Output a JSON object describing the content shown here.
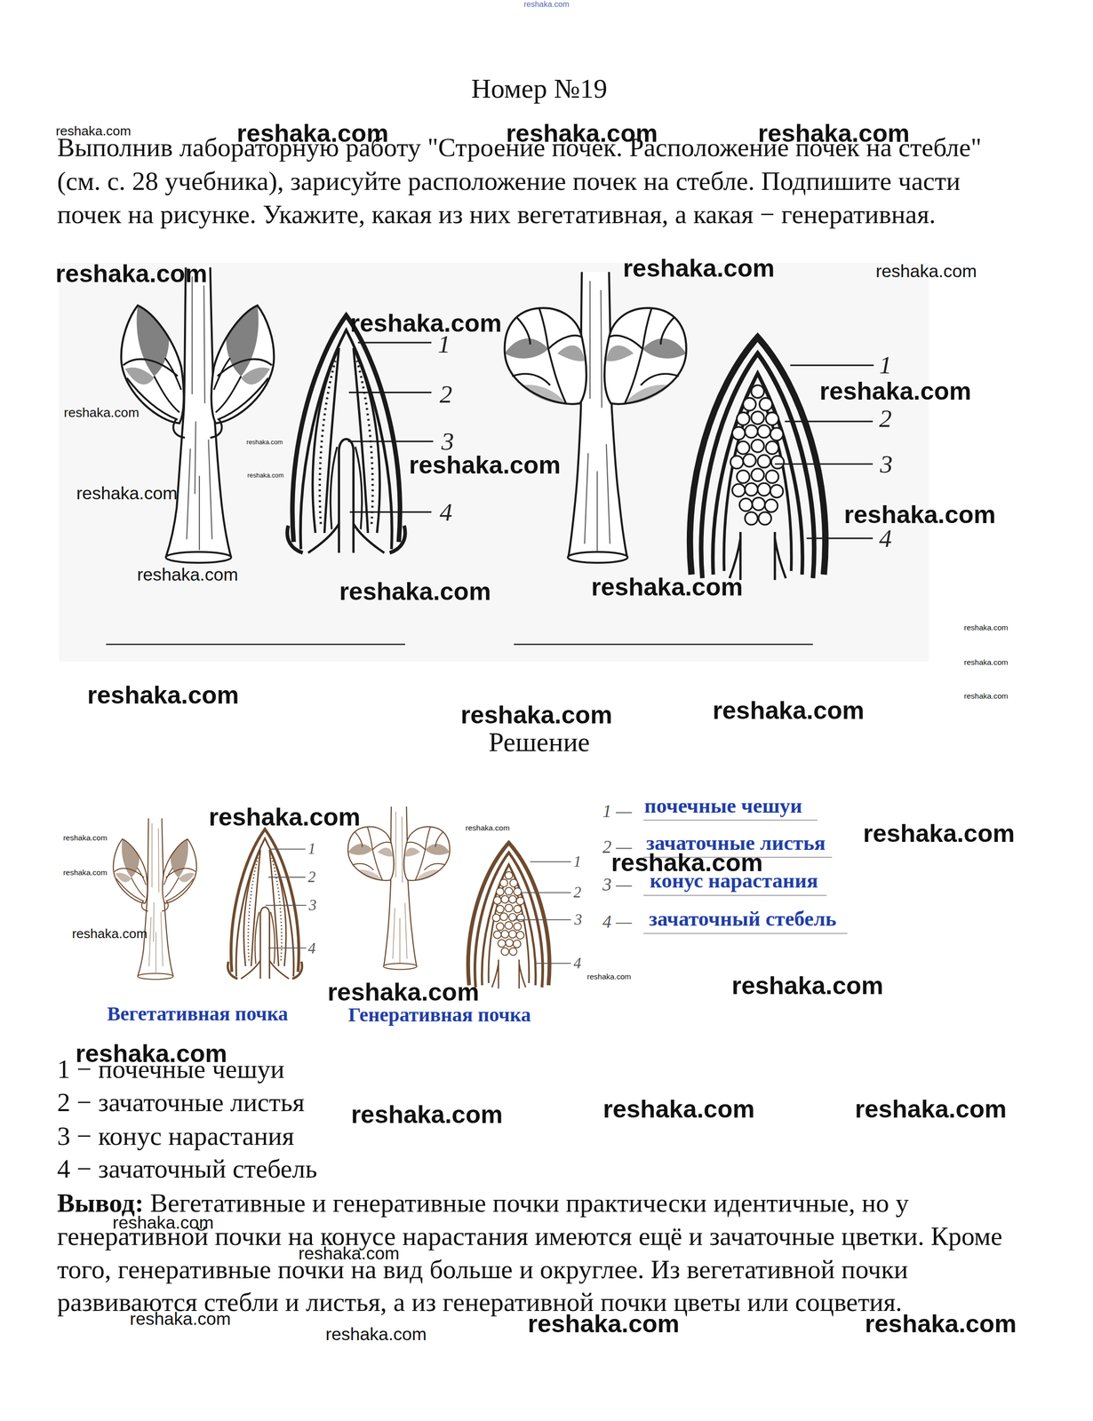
{
  "diagram": {
    "title": "Номер №19",
    "labels": [
      "Выполнив лабораторную работу \"Строение почек. Расположение почек на стебле\" (см. с. 28 учебника), зарисуйте расположение почек на стебле. Подпишите части почек на рисунке. Укажите, какая из них вегетативная, а какая − генеративная.",
      "1",
      "2",
      "3",
      "4",
      "1",
      "2",
      "3",
      "4",
      "Решение",
      "1",
      "2",
      "3",
      "4",
      "1",
      "2",
      "3",
      "4",
      "1 —",
      "почечные чешуи",
      "2 —",
      "зачаточные листья",
      "3 —",
      "конус нарастания",
      "4 —",
      "зачаточный стебель",
      "Вегетативная почка",
      "Генеративная почка",
      "1 − почечные чешуи",
      "2 − зачаточные листья",
      "3 − конус нарастания",
      "4 − зачаточный стебель",
      "Вывод:",
      "Вегетативные и генеративные почки практически идентичные, но у генеративной почки на конусе нарастания имеются ещё и зачаточные цветки. Кроме того, генеративные почки на вид больше и округлее. Из вегетативной почки развиваются стебли и листья, а из генеративной почки цветы или соцветия.",
      "reshaka.com",
      "reshaka.com",
      "reshaka.com",
      "reshaka.com",
      "reshaka.com",
      "reshaka.com",
      "reshaka.com",
      "reshaka.com",
      "reshaka.com",
      "reshaka.com",
      "reshaka.com",
      "reshaka.com",
      "reshaka.com",
      "reshaka.com",
      "reshaka.com",
      "reshaka.com",
      "reshaka.com",
      "reshaka.com",
      "reshaka.com",
      "reshaka.com",
      "reshaka.com",
      "reshaka.com",
      "reshaka.com",
      "reshaka.com",
      "reshaka.com",
      "reshaka.com",
      "reshaka.com",
      "reshaka.com",
      "reshaka.com",
      "reshaka.com",
      "reshaka.com",
      "reshaka.com",
      "reshaka.com",
      "reshaka.com",
      "reshaka.com",
      "reshaka.com",
      "reshaka.com",
      "reshaka.com",
      "reshaka.com",
      "reshaka.com",
      "reshaka.com",
      "reshaka.com",
      "reshaka.com",
      "reshaka.com",
      "reshaka.com"
    ]
  }
}
